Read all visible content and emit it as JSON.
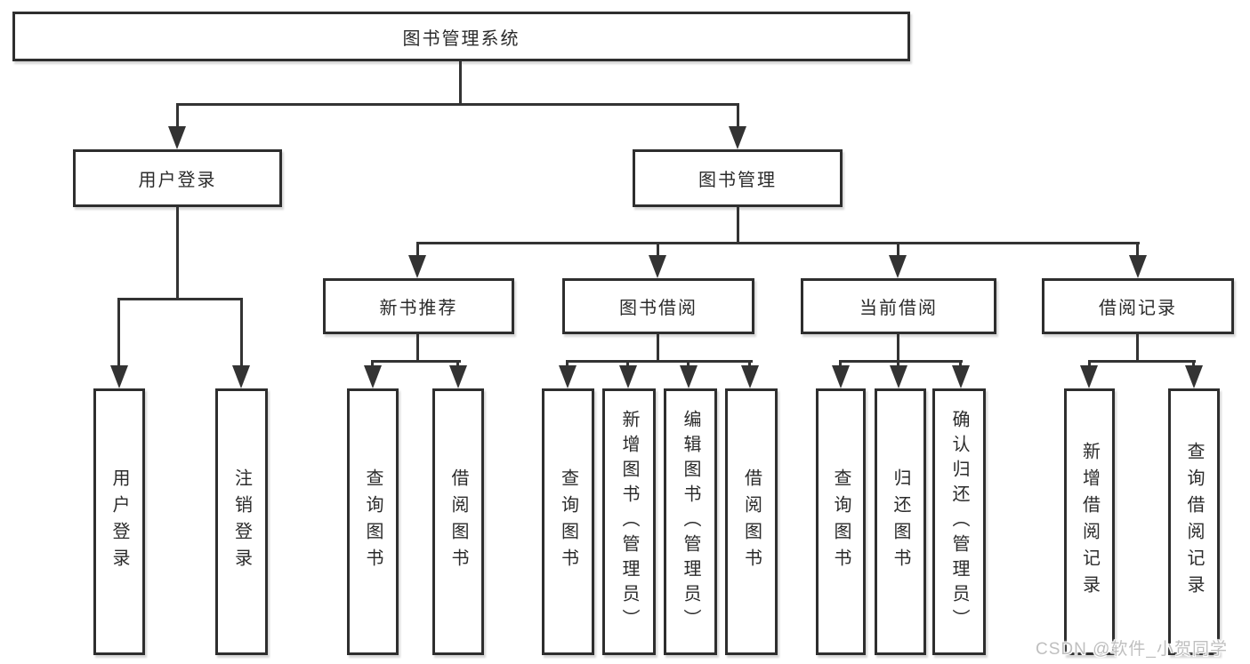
{
  "title": "图书管理系统",
  "colors": {
    "line": "#333333",
    "border": "#2e2e2e",
    "text": "#2b2b2b",
    "watermark": "#bfbfbf",
    "background": "#ffffff"
  },
  "tree": {
    "root": "图书管理系统",
    "user_login": {
      "label": "用户登录",
      "children": [
        "用户登录",
        "注销登录"
      ]
    },
    "book_mgmt": {
      "label": "图书管理"
    },
    "new_book": {
      "label": "新书推荐",
      "children": [
        "查询图书",
        "借阅图书"
      ]
    },
    "book_borrow": {
      "label": "图书借阅",
      "children": [
        "查询图书",
        "新增图书（管理员）",
        "编辑图书（管理员）",
        "借阅图书"
      ]
    },
    "current_borrow": {
      "label": "当前借阅",
      "children": [
        "查询图书",
        "归还图书",
        "确认归还（管理员）"
      ]
    },
    "borrow_records": {
      "label": "借阅记录",
      "children": [
        "新增借阅记录",
        "查询借阅记录"
      ]
    }
  },
  "watermark": "CSDN @软件_小贺同学"
}
